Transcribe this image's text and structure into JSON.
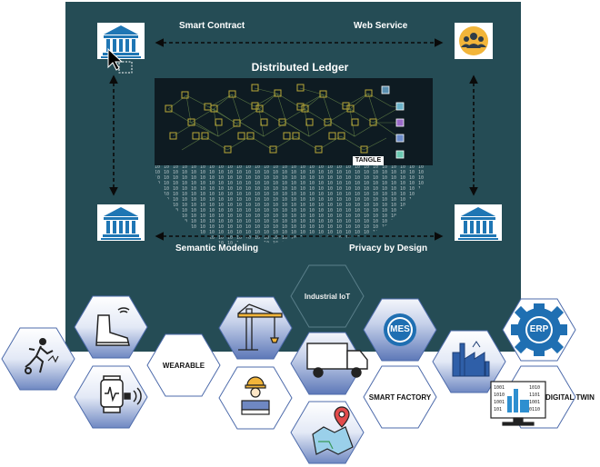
{
  "top_left_label": "Smart Contract",
  "top_right_label": "Web Service",
  "center_title": "Distributed Ledger",
  "bottom_left_label": "Semantic Modeling",
  "bottom_right_label": "Privacy by Design",
  "tangle_badge": "TANGLE",
  "hexes": {
    "industrial_iot": "Industrial IoT",
    "wearable": "WEARABLE",
    "smart_factory": "SMART FACTORY",
    "digital_twin": "DIGITAL TWIN",
    "mes": "MES",
    "erp": "ERP"
  },
  "colors": {
    "panel": "#254c55",
    "hex_fill": "#7e96c8",
    "hex_light": "#eef2fa",
    "institution_blue": "#1f76b4",
    "gear_blue": "#1f6fb2"
  },
  "icons": [
    "bank-icon",
    "users-icon",
    "cursor-icon",
    "running-sensor-icon",
    "smart-shoe-icon",
    "smart-watch-icon",
    "crane-icon",
    "worker-icon",
    "truck-icon",
    "map-pin-icon",
    "factory-icon",
    "mes-icon",
    "erp-gear-icon",
    "digital-twin-monitor-icon"
  ]
}
